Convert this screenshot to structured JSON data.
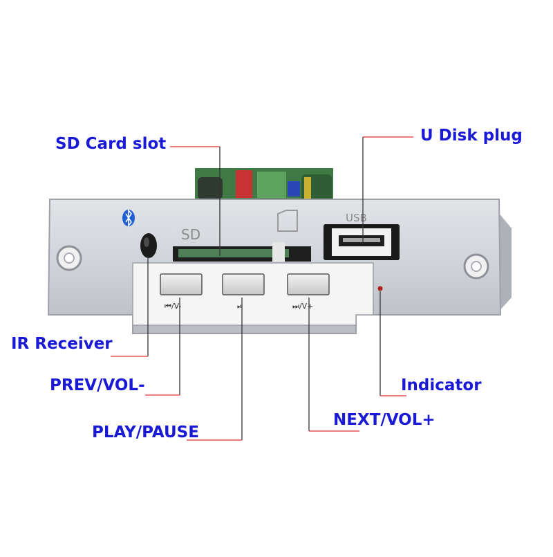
{
  "callouts": {
    "sd_card_slot": "SD Card slot",
    "u_disk_plug": "U Disk plug",
    "ir_receiver": "IR Receiver",
    "prev_vol": "PREV/VOL-",
    "play_pause": "PLAY/PAUSE",
    "next_vol": "NEXT/VOL+",
    "indicator": "Indicator"
  },
  "panel": {
    "sd_print": "SD",
    "usb_print": "USB",
    "prev_caption": "⏮/V-",
    "play_caption": "⏯",
    "next_caption": "⏭/V+"
  },
  "colors": {
    "callout_text": "#1a1ad6",
    "leader_line": "#e03030",
    "panel": "#c9ccd2",
    "bluetooth": "#1f5fd6"
  },
  "icons": [
    "bluetooth-icon",
    "sd-card-icon"
  ]
}
